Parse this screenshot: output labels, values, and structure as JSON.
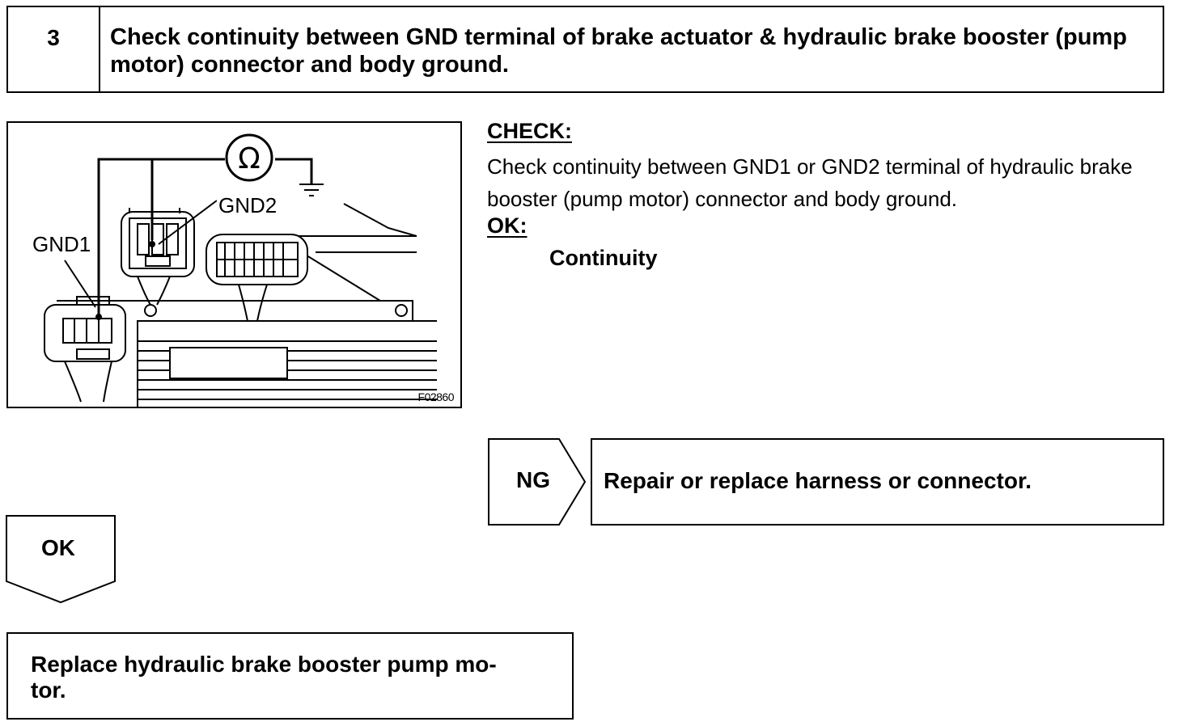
{
  "step": {
    "number": "3",
    "title": "Check continuity between GND terminal of brake actuator & hydraulic brake booster (pump motor) connector and body ground."
  },
  "diagram": {
    "label_gnd1": "GND1",
    "label_gnd2": "GND2",
    "ohm_symbol": "Ω",
    "figure_code": "F02860",
    "icons": [
      "ohmmeter-icon",
      "ground-symbol-icon",
      "connector-icon"
    ]
  },
  "check": {
    "heading": "CHECK:",
    "text": "Check continuity between GND1 or GND2 terminal of hydraulic brake booster (pump motor) connector and body ground.",
    "ok_heading": "OK:",
    "ok_value": "Continuity"
  },
  "ng_branch": {
    "label": "NG",
    "action": "Repair or replace harness or connector."
  },
  "ok_branch": {
    "label": "OK",
    "action": "Replace hydraulic brake booster pump mo-\ntor."
  }
}
